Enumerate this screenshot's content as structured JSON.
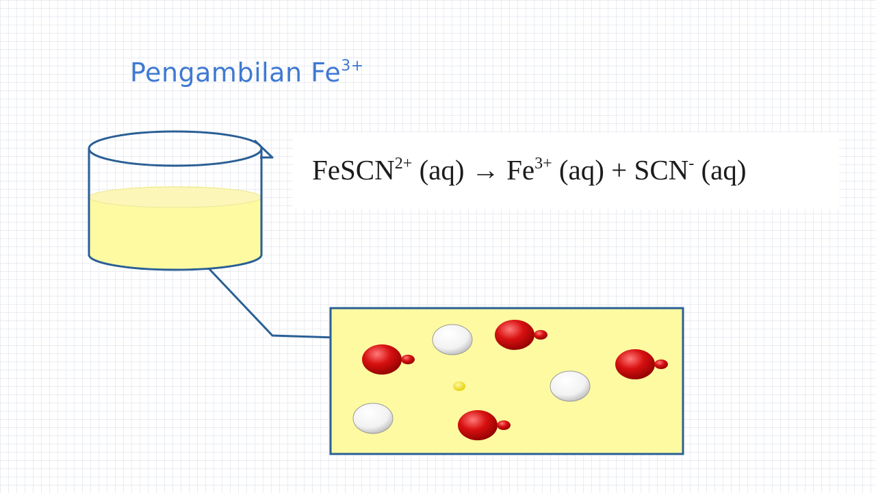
{
  "title": {
    "text": "Pengambilan Fe",
    "sup": "3+"
  },
  "equation": {
    "reactant": "FeSCN",
    "reactant_charge": "2+",
    "state1": " (aq) ",
    "arrow": "→",
    "product1": " Fe",
    "product1_charge": "3+",
    "state2": " (aq) + ",
    "product2": "SCN",
    "product2_charge": "-",
    "state3": " (aq)"
  },
  "colors": {
    "title": "#3f79d2",
    "outline": "#2a5f95",
    "solution": "#fdfaa1",
    "red_particle": "#cc0c0c",
    "white_particle": "#e9e9e9",
    "yellow_particle": "#f2e60f"
  },
  "particles": [
    {
      "kind": "FeSCN2+"
    },
    {
      "kind": "FeSCN2+"
    },
    {
      "kind": "FeSCN2+"
    },
    {
      "kind": "FeSCN2+"
    },
    {
      "kind": "white"
    },
    {
      "kind": "white"
    },
    {
      "kind": "white"
    },
    {
      "kind": "yellow"
    }
  ]
}
